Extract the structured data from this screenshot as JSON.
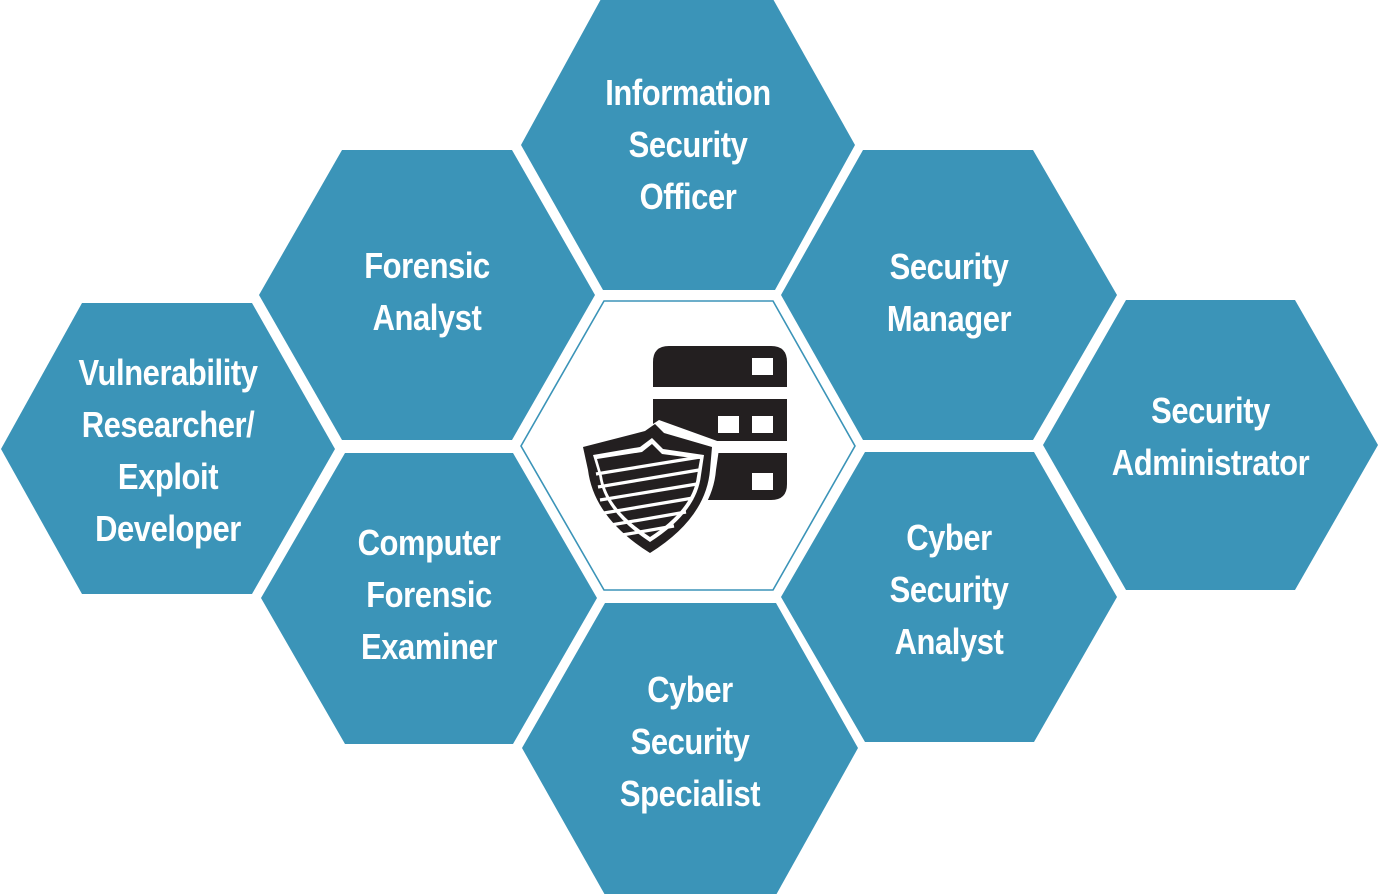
{
  "diagram": {
    "colors": {
      "hex_fill": "#3b94b8",
      "center_fill": "#ffffff",
      "center_outline": "#3b94b8",
      "icon": "#231f20",
      "text": "#ffffff",
      "background": "#ffffff"
    },
    "center": {
      "icon": "server-shield-icon"
    },
    "roles": [
      {
        "id": "information-security-officer",
        "label": "Information\nSecurity\nOfficer"
      },
      {
        "id": "forensic-analyst",
        "label": "Forensic\nAnalyst"
      },
      {
        "id": "security-manager",
        "label": "Security\nManager"
      },
      {
        "id": "vulnerability-researcher",
        "label": "Vulnerability\nResearcher/\nExploit\nDeveloper"
      },
      {
        "id": "security-administrator",
        "label": "Security\nAdministrator"
      },
      {
        "id": "computer-forensic-examiner",
        "label": "Computer\nForensic\nExaminer"
      },
      {
        "id": "cyber-security-analyst",
        "label": "Cyber\nSecurity\nAnalyst"
      },
      {
        "id": "cyber-security-specialist",
        "label": "Cyber\nSecurity\nSpecialist"
      }
    ]
  }
}
